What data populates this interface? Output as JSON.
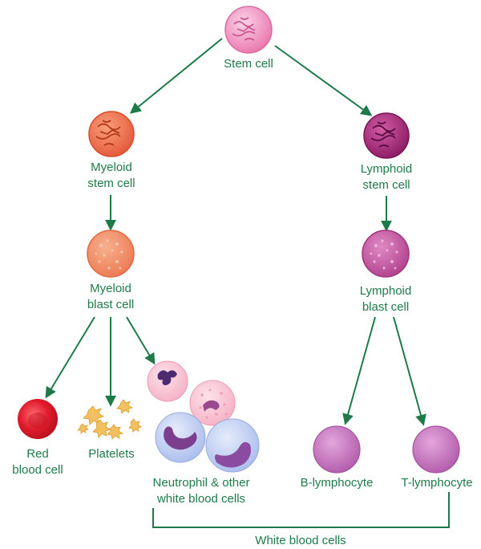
{
  "labels": {
    "stem_cell": "Stem cell",
    "myeloid_stem_line1": "Myeloid",
    "myeloid_stem_line2": "stem cell",
    "lymphoid_stem_line1": "Lymphoid",
    "lymphoid_stem_line2": "stem cell",
    "myeloid_blast_line1": "Myeloid",
    "myeloid_blast_line2": "blast cell",
    "lymphoid_blast_line1": "Lymphoid",
    "lymphoid_blast_line2": "blast cell",
    "red_blood_line1": "Red",
    "red_blood_line2": "blood cell",
    "platelets": "Platelets",
    "neutrophil_line1": "Neutrophil & other",
    "neutrophil_line2": "white blood cells",
    "b_lymphocyte": "B-lymphocyte",
    "t_lymphocyte": "T-lymphocyte",
    "white_blood_cells": "White blood cells"
  },
  "colors": {
    "text": "#1f7a4a",
    "arrow": "#1f7a4a",
    "stem": "#ee88b8",
    "myeloid": "#f07850",
    "lymphoid": "#a8287a",
    "red_cell": "#d81b2b",
    "platelet": "#f3c060",
    "lymphocyte": "#c57ac0"
  }
}
